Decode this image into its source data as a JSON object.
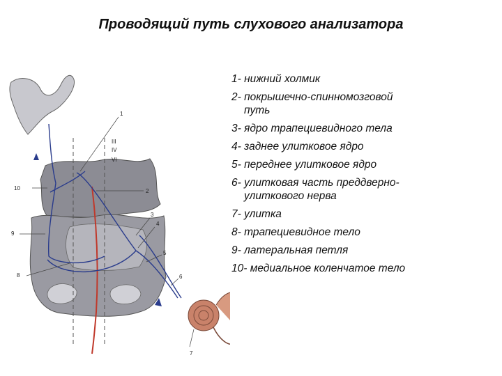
{
  "title": "Проводящий путь слухового анализатора",
  "diagram": {
    "callout_numbers": [
      "1",
      "2",
      "3",
      "4",
      "5",
      "6",
      "7",
      "8",
      "9",
      "10"
    ],
    "nerve_labels": [
      "III",
      "IV",
      "VI"
    ]
  },
  "legend": [
    {
      "line1": "1- нижний холмик",
      "line2": ""
    },
    {
      "line1": "2- покрышечно-спинномозговой",
      "line2": "путь"
    },
    {
      "line1": "3- ядро трапециевидного тела",
      "line2": ""
    },
    {
      "line1": "4- заднее улитковое ядро",
      "line2": ""
    },
    {
      "line1": "5- переднее улитковое ядро",
      "line2": ""
    },
    {
      "line1": "6- улитковая часть преддверно-",
      "line2": "улиткового нерва"
    },
    {
      "line1": "7- улитка",
      "line2": ""
    },
    {
      "line1": "8- трапециевидное тело",
      "line2": ""
    },
    {
      "line1": "9- латеральная петля",
      "line2": ""
    },
    {
      "line1": "10- медиальное коленчатое тело",
      "line2": ""
    }
  ],
  "colors": {
    "pathway": "#2a3c8c",
    "tract": "#c0392b",
    "brainstem": "#8c8c94",
    "cochlea": "#c9826a"
  }
}
